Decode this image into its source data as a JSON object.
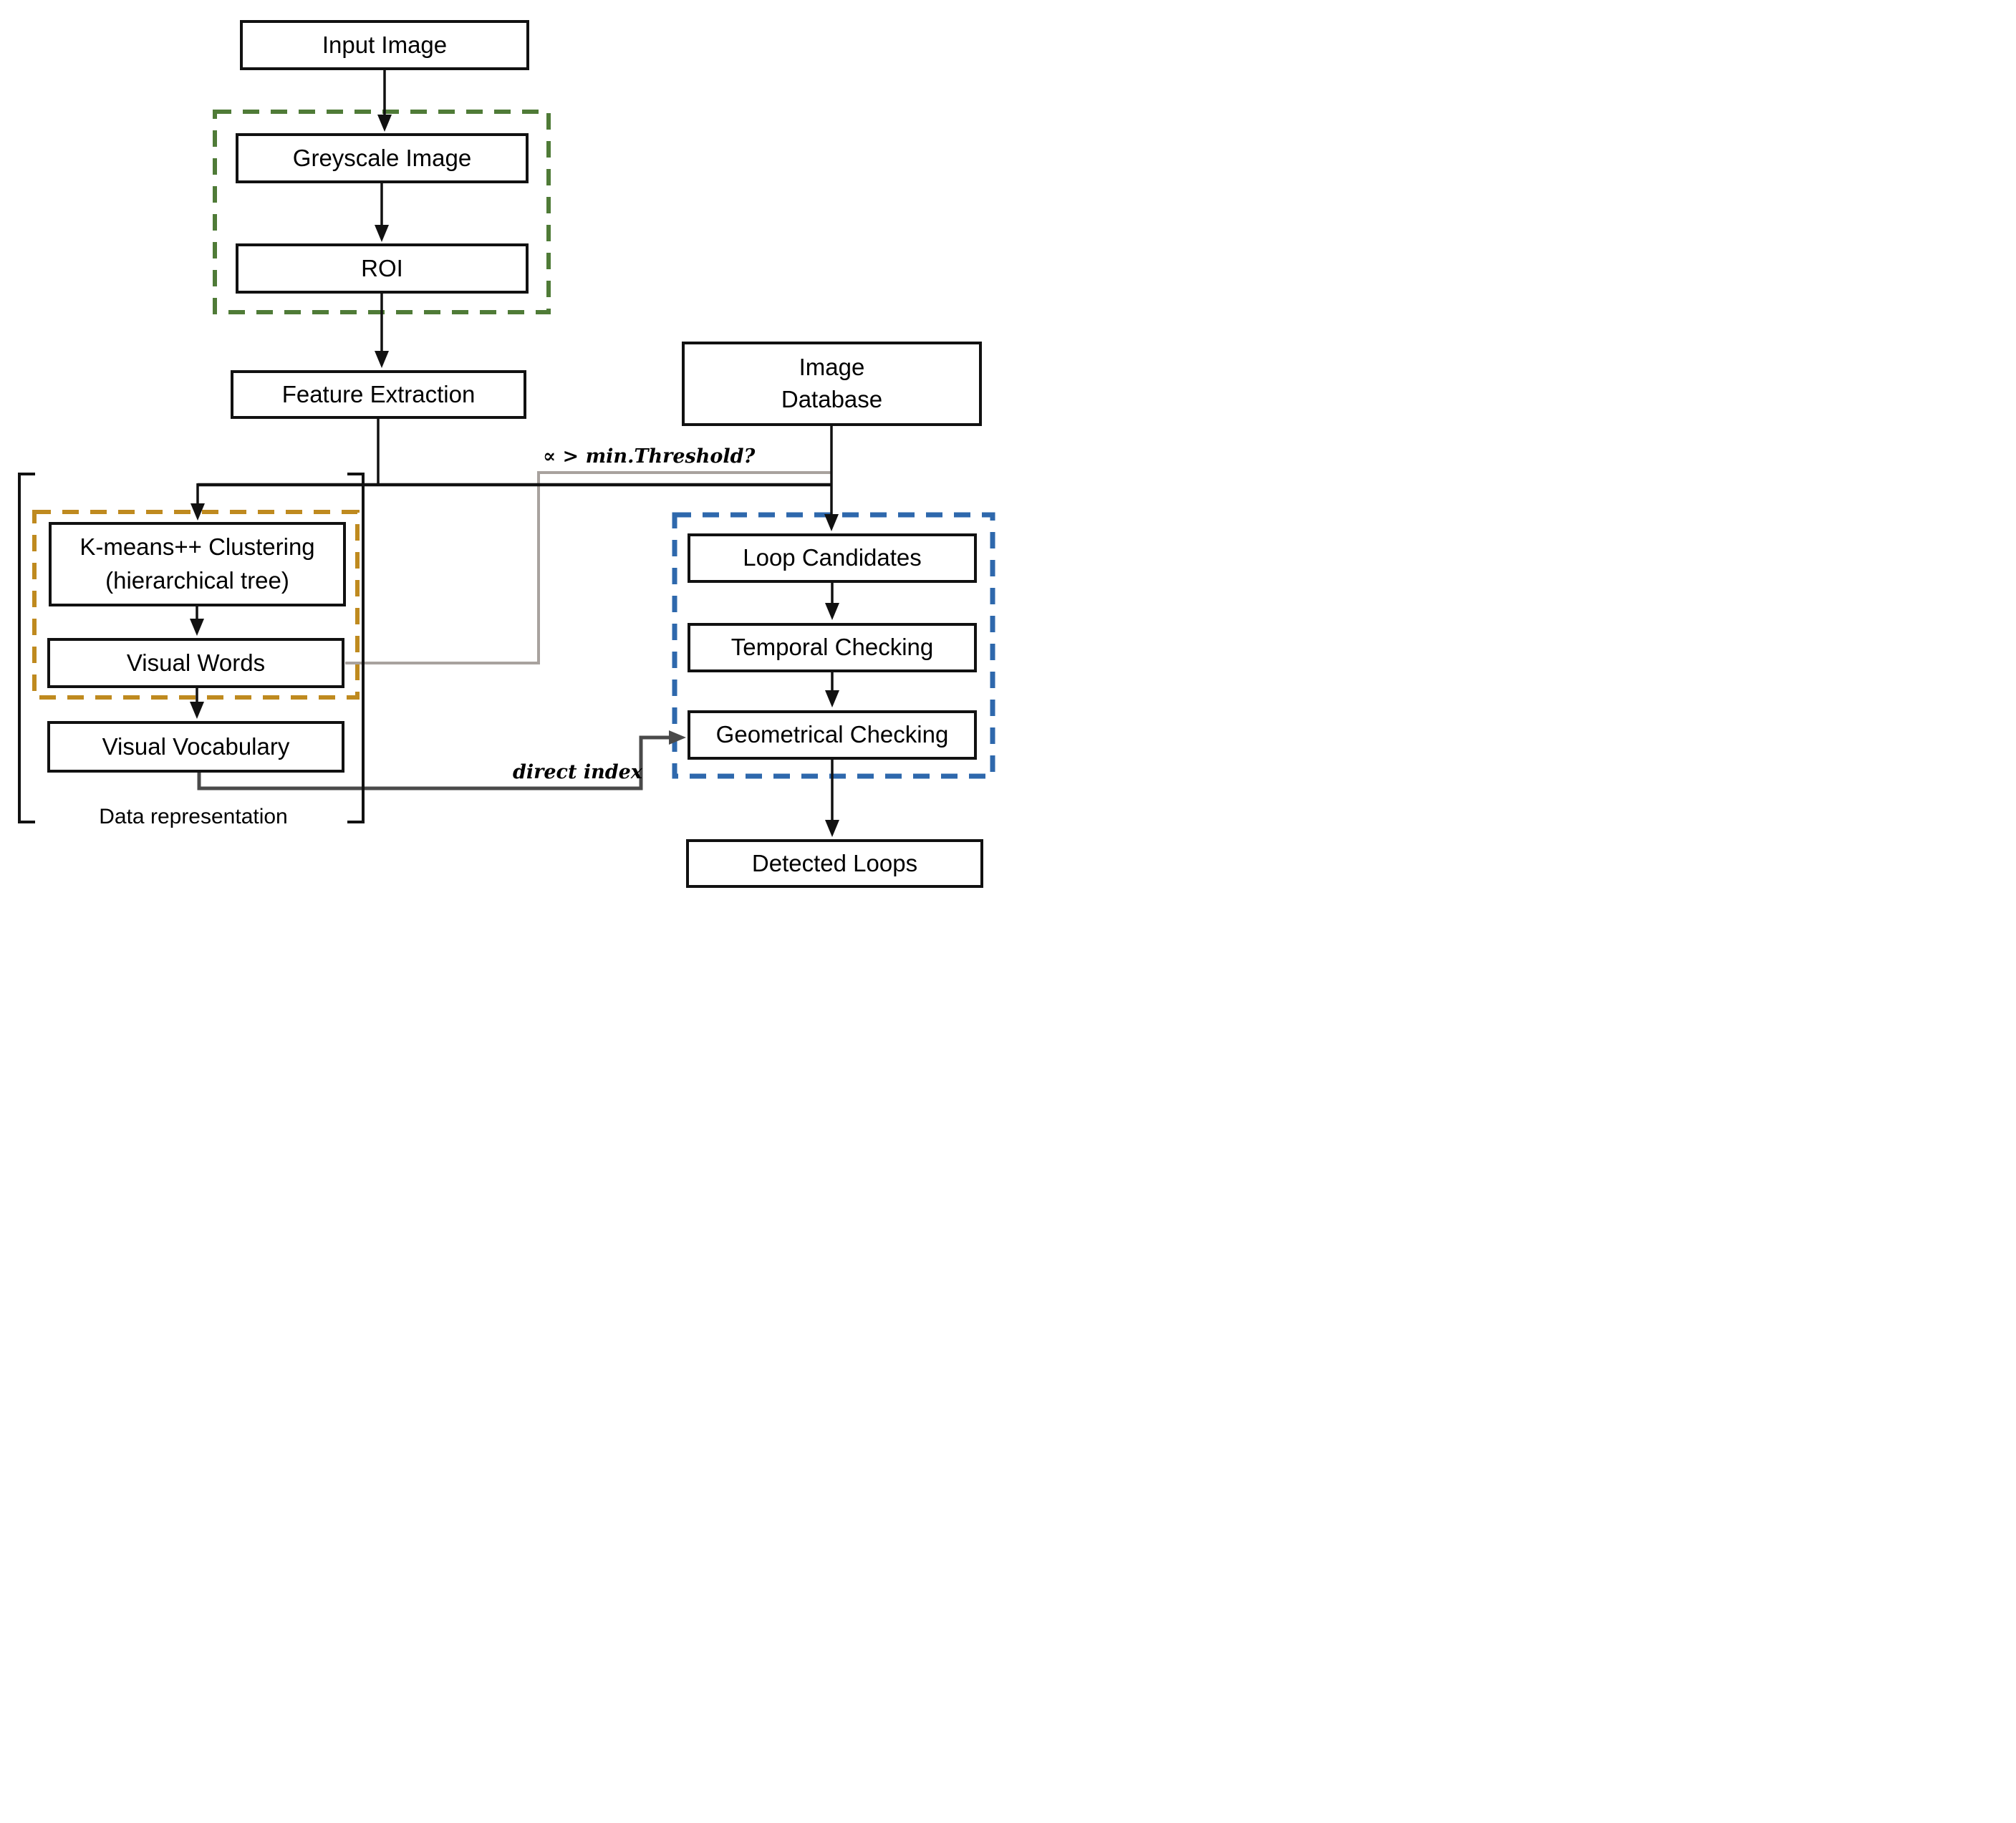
{
  "diagram": {
    "title_hint": "loop closure detection pipeline flowchart",
    "nodes": {
      "input_image": "Input Image",
      "greyscale_image": "Greyscale Image",
      "roi": "ROI",
      "feature_extraction": "Feature Extraction",
      "image_database_line1": "Image",
      "image_database_line2": "Database",
      "kmeans_line1": "K-means++ Clustering",
      "kmeans_line2": "(hierarchical tree)",
      "visual_words": "Visual Words",
      "visual_vocabulary": "Visual Vocabulary",
      "loop_candidates": "Loop Candidates",
      "temporal_checking": "Temporal Checking",
      "geometrical_checking": "Geometrical Checking",
      "detected_loops": "Detected Loops"
    },
    "labels": {
      "threshold_condition": "∝ > min.Threshold?",
      "direct_index": "direct index",
      "data_representation": "Data representation"
    },
    "colors": {
      "box_border": "#111111",
      "preprocessing_group_border": "#4f7b37",
      "clustering_group_border": "#bf8a1f",
      "verification_group_border": "#2e68ac",
      "threshold_line": "#a8a29e",
      "direct_index_line": "#4a4a4a",
      "arrow": "#111111"
    }
  }
}
